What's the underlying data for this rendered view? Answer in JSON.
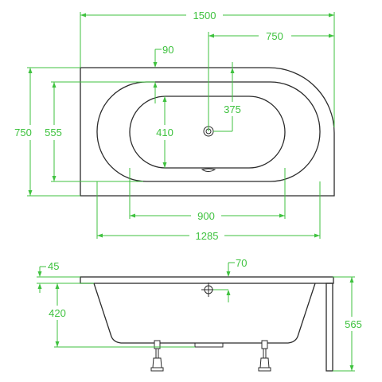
{
  "top_view": {
    "overall_length": "1500",
    "right_part_length": "750",
    "rim_width": "90",
    "overall_width": "750",
    "inner_width": "555",
    "basin_width": "410",
    "drain_offset": "375",
    "basin_length": "900",
    "inner_length": "1285"
  },
  "side_view": {
    "rim_height": "45",
    "overflow_height": "70",
    "inner_depth": "420",
    "total_height": "565"
  },
  "colors": {
    "dimension": "#3fc23f",
    "outline": "#2b2b2b"
  }
}
